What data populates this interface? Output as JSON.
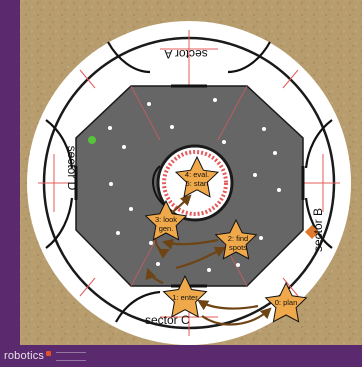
{
  "sectors": {
    "a": "sector A",
    "b": "sector B",
    "c": "sector C",
    "d": "sector D"
  },
  "steps": [
    {
      "id": "plan",
      "lines": [
        "0: plan"
      ]
    },
    {
      "id": "enter",
      "lines": [
        "1: enter"
      ]
    },
    {
      "id": "find-spots",
      "lines": [
        "2: find",
        "spots"
      ]
    },
    {
      "id": "look-gen",
      "lines": [
        "3: look",
        "gen."
      ]
    },
    {
      "id": "eval-start",
      "lines": [
        "4: eval.",
        "5: start"
      ]
    }
  ],
  "footer": {
    "logo_text": "robotics"
  },
  "colors": {
    "background": "#5b2a6e",
    "sand": "#b79c6e",
    "floor": "#666666",
    "star": "#f0a94a",
    "arrow": "#6e4414",
    "sector_b_marker": "#e07a2a",
    "sector_d_marker": "#57c23a",
    "guide_line": "#e45b5b"
  }
}
